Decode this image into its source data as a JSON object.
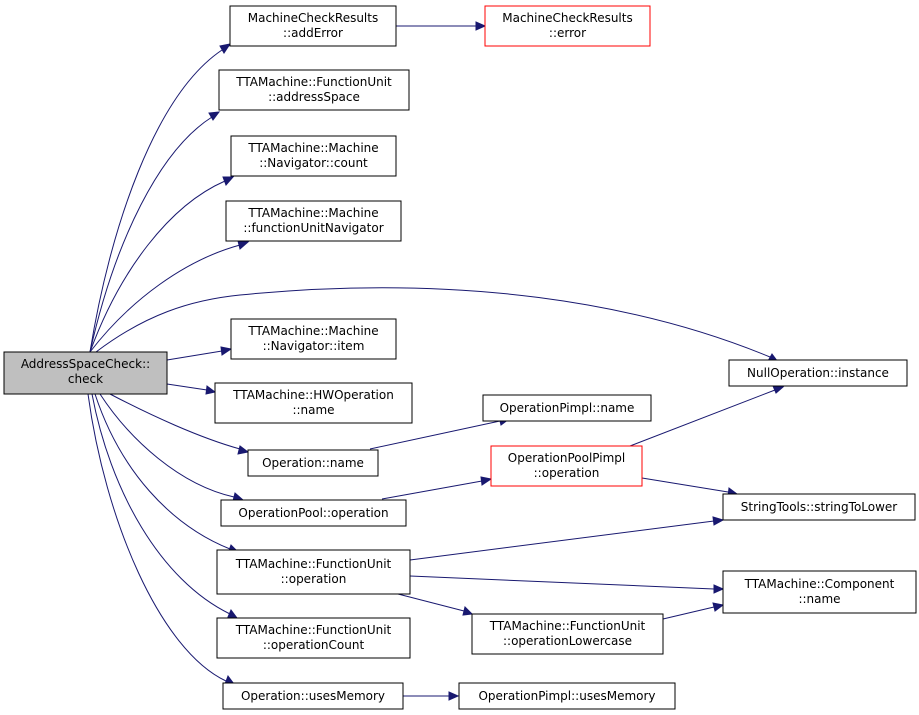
{
  "diagram": {
    "type": "call-graph",
    "nodes": [
      {
        "id": "root",
        "lines": [
          "AddressSpaceCheck::",
          "check"
        ],
        "style": "root"
      },
      {
        "id": "addError",
        "lines": [
          "MachineCheckResults",
          "::addError"
        ],
        "style": "normal"
      },
      {
        "id": "error",
        "lines": [
          "MachineCheckResults",
          "::error"
        ],
        "style": "red"
      },
      {
        "id": "addressSpace",
        "lines": [
          "TTAMachine::FunctionUnit",
          "::addressSpace"
        ],
        "style": "normal"
      },
      {
        "id": "navCount",
        "lines": [
          "TTAMachine::Machine",
          "::Navigator::count"
        ],
        "style": "normal"
      },
      {
        "id": "fuNavigator",
        "lines": [
          "TTAMachine::Machine",
          "::functionUnitNavigator"
        ],
        "style": "normal"
      },
      {
        "id": "navItem",
        "lines": [
          "TTAMachine::Machine",
          "::Navigator::item"
        ],
        "style": "normal"
      },
      {
        "id": "nullInstance",
        "lines": [
          "NullOperation::instance"
        ],
        "style": "normal"
      },
      {
        "id": "hwOpName",
        "lines": [
          "TTAMachine::HWOperation",
          "::name"
        ],
        "style": "normal"
      },
      {
        "id": "opPimplName",
        "lines": [
          "OperationPimpl::name"
        ],
        "style": "normal"
      },
      {
        "id": "opName",
        "lines": [
          "Operation::name"
        ],
        "style": "normal"
      },
      {
        "id": "poolPimplOperation",
        "lines": [
          "OperationPoolPimpl",
          "::operation"
        ],
        "style": "red"
      },
      {
        "id": "poolOperation",
        "lines": [
          "OperationPool::operation"
        ],
        "style": "normal"
      },
      {
        "id": "stringToLower",
        "lines": [
          "StringTools::stringToLower"
        ],
        "style": "normal"
      },
      {
        "id": "fuOperation",
        "lines": [
          "TTAMachine::FunctionUnit",
          "::operation"
        ],
        "style": "normal"
      },
      {
        "id": "componentName",
        "lines": [
          "TTAMachine::Component",
          "::name"
        ],
        "style": "normal"
      },
      {
        "id": "fuOperationLowercase",
        "lines": [
          "TTAMachine::FunctionUnit",
          "::operationLowercase"
        ],
        "style": "normal"
      },
      {
        "id": "fuOperationCount",
        "lines": [
          "TTAMachine::FunctionUnit",
          "::operationCount"
        ],
        "style": "normal"
      },
      {
        "id": "usesMemory",
        "lines": [
          "Operation::usesMemory"
        ],
        "style": "normal"
      },
      {
        "id": "pimplUsesMemory",
        "lines": [
          "OperationPimpl::usesMemory"
        ],
        "style": "normal"
      }
    ],
    "edges": [
      {
        "from": "root",
        "to": "addError"
      },
      {
        "from": "root",
        "to": "addressSpace"
      },
      {
        "from": "root",
        "to": "navCount"
      },
      {
        "from": "root",
        "to": "fuNavigator"
      },
      {
        "from": "root",
        "to": "nullInstance"
      },
      {
        "from": "root",
        "to": "navItem"
      },
      {
        "from": "root",
        "to": "hwOpName"
      },
      {
        "from": "root",
        "to": "opName"
      },
      {
        "from": "root",
        "to": "poolOperation"
      },
      {
        "from": "root",
        "to": "fuOperation"
      },
      {
        "from": "root",
        "to": "fuOperationCount"
      },
      {
        "from": "root",
        "to": "usesMemory"
      },
      {
        "from": "addError",
        "to": "error"
      },
      {
        "from": "opName",
        "to": "opPimplName"
      },
      {
        "from": "poolOperation",
        "to": "poolPimplOperation"
      },
      {
        "from": "poolPimplOperation",
        "to": "nullInstance"
      },
      {
        "from": "poolPimplOperation",
        "to": "stringToLower"
      },
      {
        "from": "fuOperation",
        "to": "stringToLower"
      },
      {
        "from": "fuOperation",
        "to": "componentName"
      },
      {
        "from": "fuOperation",
        "to": "fuOperationLowercase"
      },
      {
        "from": "fuOperationLowercase",
        "to": "componentName"
      },
      {
        "from": "usesMemory",
        "to": "pimplUsesMemory"
      }
    ],
    "colors": {
      "edge": "#191970",
      "root_fill": "#bfbfbf",
      "node_border": "#000000",
      "highlight_border": "#ff0000"
    }
  }
}
